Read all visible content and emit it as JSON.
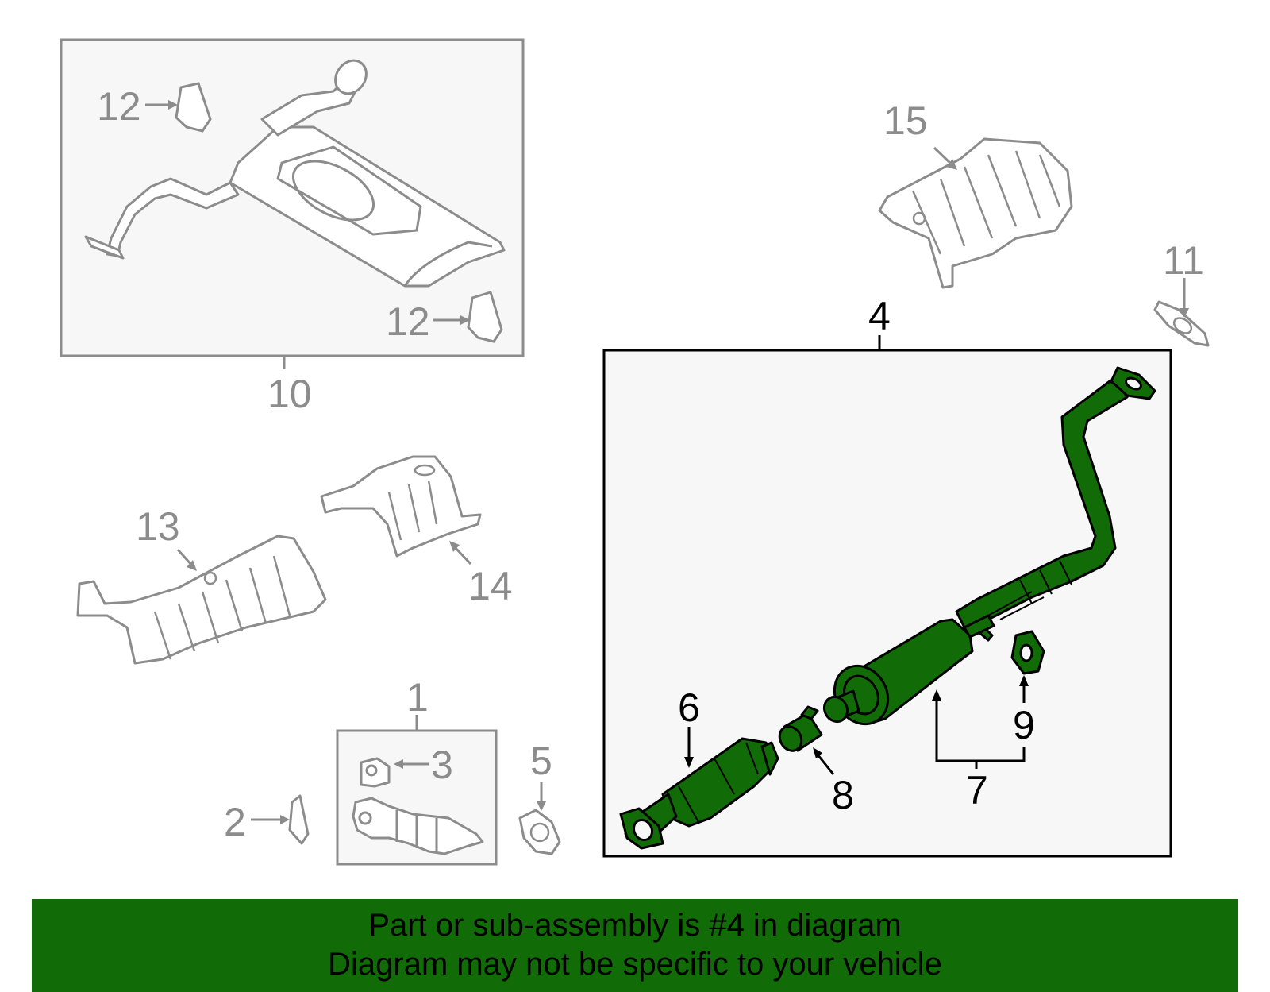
{
  "callouts": {
    "c1": "1",
    "c2": "2",
    "c3": "3",
    "c4": "4",
    "c5": "5",
    "c6": "6",
    "c7": "7",
    "c8": "8",
    "c9": "9",
    "c10": "10",
    "c11": "11",
    "c12a": "12",
    "c12b": "12",
    "c13": "13",
    "c14": "14",
    "c15": "15"
  },
  "banner": {
    "line1": "Part or sub-assembly is #4 in diagram",
    "line2": "Diagram may not be specific to your vehicle"
  },
  "colors": {
    "highlight_fill": "#116b07",
    "gray_part": "#8c8c8c",
    "box_fill": "#f7f7f7",
    "banner_bg": "#116b07"
  }
}
